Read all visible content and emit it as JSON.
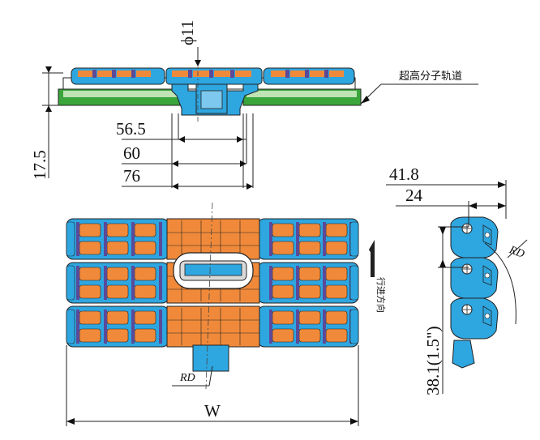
{
  "colors": {
    "blue": "#2ea6e0",
    "orange": "#f08a3a",
    "purple": "#5a4a9a",
    "green": "#3aa53a",
    "gray": "#d9d9d9"
  },
  "top_view": {
    "diameter_label": "ϕ11",
    "rail_label": "超高分子轨道",
    "dim_17_5": "17.5",
    "dim_56_5": "56.5",
    "dim_60": "60",
    "dim_76": "76"
  },
  "plan_view": {
    "direction_label": "行进方向",
    "rd_label": "RD",
    "width_label": "W"
  },
  "side_view": {
    "dim_41_8": "41.8",
    "dim_24": "24",
    "rd_label": "RD",
    "pitch_label": "38.1(1.5\")"
  }
}
